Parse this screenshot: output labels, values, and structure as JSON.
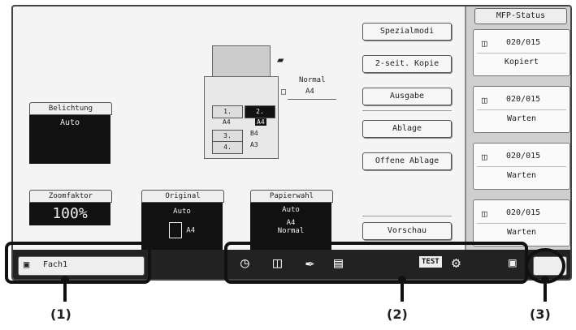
{
  "mfp_status": {
    "header": "MFP-Status",
    "jobs": [
      {
        "count": "020/015",
        "state": "Kopiert"
      },
      {
        "count": "020/015",
        "state": "Warten"
      },
      {
        "count": "020/015",
        "state": "Warten"
      },
      {
        "count": "020/015",
        "state": "Warten"
      }
    ]
  },
  "right_buttons": {
    "special": "Spezialmodi",
    "duplex": "2-seit. Kopie",
    "output": "Ausgabe",
    "file": "Ablage",
    "quick_file": "Offene Ablage",
    "preview": "Vorschau"
  },
  "machine": {
    "mode": "Normal",
    "size": "A4",
    "trays": [
      "1.",
      "2.",
      "3.",
      "4."
    ],
    "tray_sizes": [
      "A4",
      "A4",
      "B4",
      "A3"
    ]
  },
  "exposure": {
    "title": "Belichtung",
    "value": "Auto"
  },
  "zoom": {
    "title": "Zoomfaktor",
    "value": "100%"
  },
  "original": {
    "title": "Original",
    "value": "Auto",
    "size": "A4"
  },
  "paper": {
    "title": "Papierwahl",
    "value": "Auto",
    "size": "A4",
    "mode": "Normal"
  },
  "input_field": {
    "value": "Fach1"
  },
  "taskbar_icons": [
    "job-status-icon",
    "document-filing-icon",
    "fax-icon",
    "scan-icon",
    "test-print-icon",
    "settings-icon",
    "lock-icon"
  ],
  "taskbar_test_text": "TEST",
  "callouts": [
    "(1)",
    "(2)",
    "(3)"
  ]
}
